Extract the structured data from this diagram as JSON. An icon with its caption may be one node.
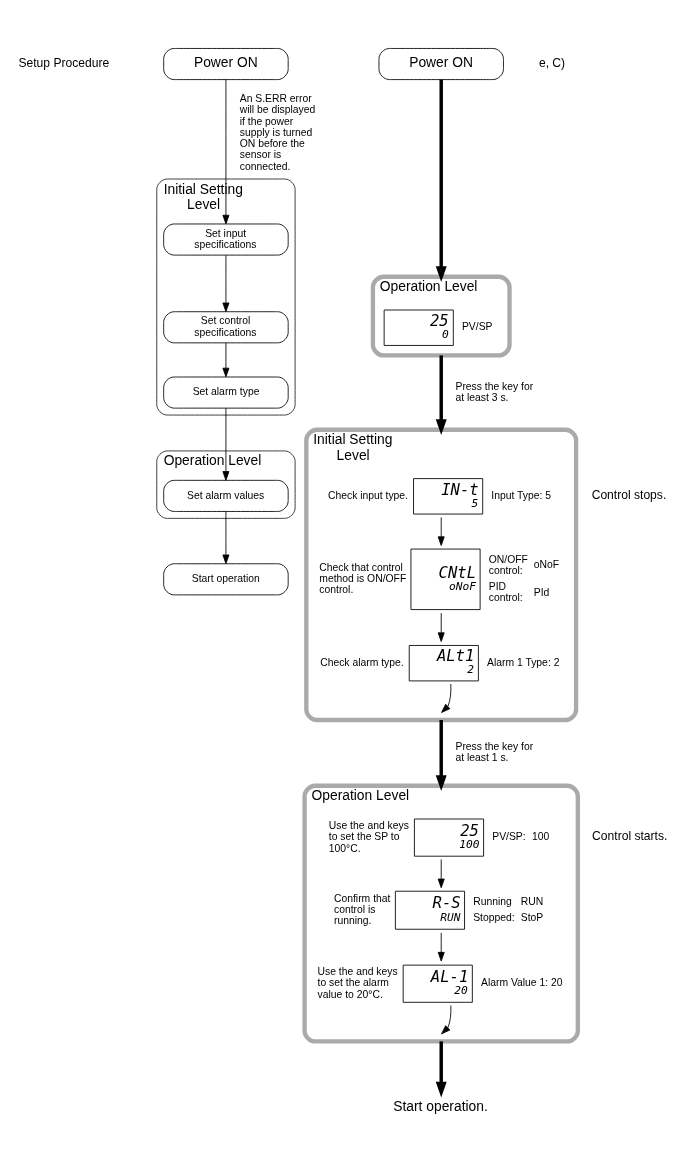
{
  "diagram": {
    "nodes": [
      {
        "text": [
          "Power ON"
        ]
      },
      {
        "text": [
          "Initial Setting Level"
        ]
      },
      {
        "text": [
          "Set input specifications"
        ],
        "in": 1
      },
      {
        "text": [
          "Set control specifications"
        ],
        "in": 1
      },
      {
        "text": [
          "Set alarm type"
        ],
        "in": 1
      },
      {
        "text": [
          "Operation Level"
        ]
      },
      {
        "text": [
          "Set alarm values"
        ],
        "in": 5
      },
      {
        "text": [
          "Start operation"
        ]
      },
      {
        "text": [
          "Power ON"
        ]
      },
      {
        "text": [
          "Operation Level"
        ]
      },
      {
        "text": [
          "25",
          "0"
        ],
        "in": 9,
        "beside": [
          "PV/SP"
        ]
      },
      {
        "text": [
          "Initial Setting Level"
        ]
      },
      {
        "text": [
          "IN-t",
          "5"
        ],
        "in": 11,
        "beside": [
          "Check input type.",
          "Input Type: 5"
        ]
      },
      {
        "text": [
          "CNtL",
          "oNoF"
        ],
        "in": 11,
        "beside": [
          "Check that control method is ON/OFF control.",
          "ON/OFF control:",
          "oNoF",
          "PID control:",
          "PId"
        ]
      },
      {
        "text": [
          "ALt1",
          "2"
        ],
        "in": 11,
        "beside": [
          "Check alarm type.",
          "Alarm 1 Type: 2"
        ]
      },
      {
        "text": [
          "Operation Level"
        ]
      },
      {
        "text": [
          "25",
          "100"
        ],
        "in": 15,
        "beside": [
          "Use the and keys to set the SP to 100°C.",
          "PV/SP:",
          "100"
        ]
      },
      {
        "text": [
          "R-S",
          "RUN"
        ],
        "in": 15,
        "beside": [
          "Confirm that control is running.",
          "Running",
          "RUN",
          "Stopped:",
          "StoP"
        ]
      },
      {
        "text": [
          "AL-1",
          "20"
        ],
        "in": 15,
        "beside": [
          "Use the and keys to set the alarm value to 20°C.",
          "Alarm Value 1: 20"
        ]
      },
      {
        "text": [
          "Start operation."
        ]
      }
    ],
    "edges": [
      {
        "from": 0,
        "to": 2,
        "arrow": "to",
        "label": "An S.ERR error will be displayed if the power supply is turned ON before the sensor is connected."
      },
      {
        "from": 2,
        "to": 3,
        "arrow": "to"
      },
      {
        "from": 3,
        "to": 4,
        "arrow": "to"
      },
      {
        "from": 4,
        "to": 6,
        "arrow": "to"
      },
      {
        "from": 6,
        "to": 7,
        "arrow": "to"
      },
      {
        "from": 8,
        "to": 9,
        "arrow": "to",
        "style": "thick"
      },
      {
        "from": 9,
        "to": 11,
        "arrow": "to",
        "style": "thick",
        "label": "Press the key for at least 3 s."
      },
      {
        "from": 12,
        "to": 13,
        "arrow": "to"
      },
      {
        "from": 13,
        "to": 14,
        "arrow": "to"
      },
      {
        "from": 14,
        "to": 11,
        "arrow": "to"
      },
      {
        "from": 11,
        "to": 15,
        "arrow": "to",
        "style": "thick",
        "label": "Press the key for at least 1 s."
      },
      {
        "from": 16,
        "to": 17,
        "arrow": "to"
      },
      {
        "from": 17,
        "to": 18,
        "arrow": "to"
      },
      {
        "from": 18,
        "to": 15,
        "arrow": "to"
      },
      {
        "from": 15,
        "to": 19,
        "arrow": "to",
        "style": "thick"
      }
    ],
    "labels": [
      "e, C)",
      "Setup Procedure",
      "Control stops.",
      "Control starts."
    ]
  }
}
